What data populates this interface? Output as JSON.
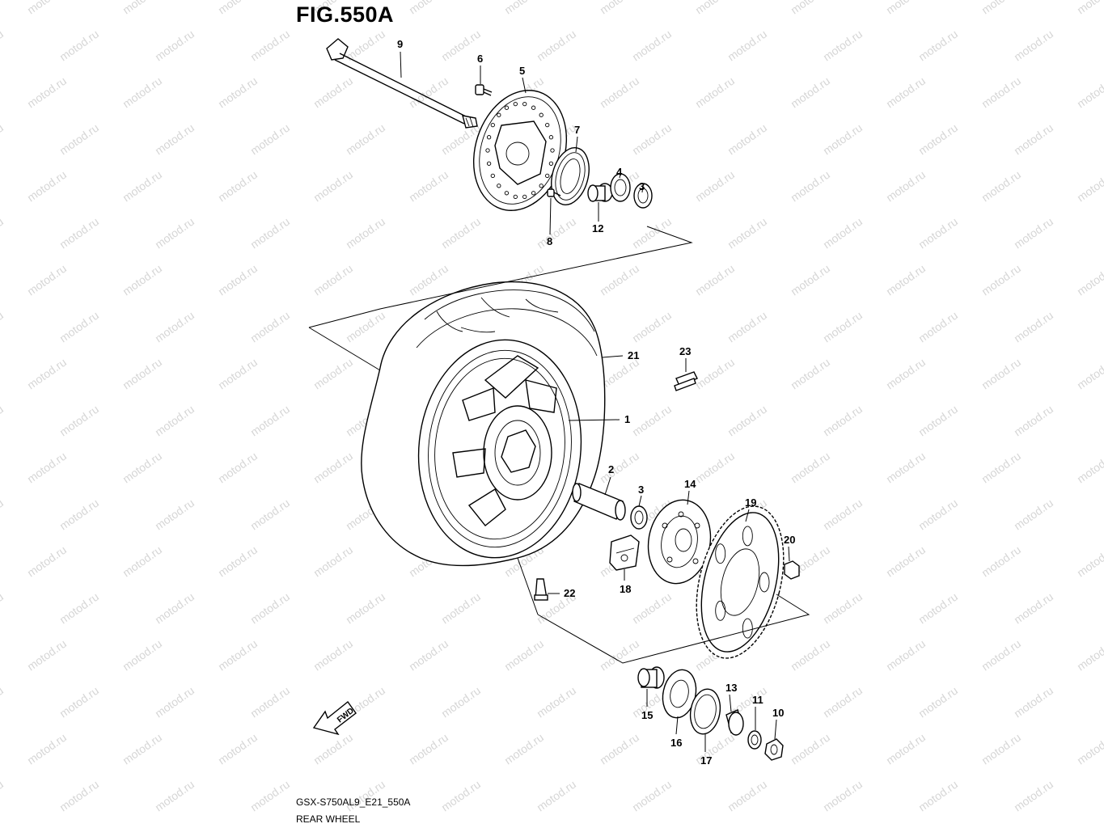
{
  "figure": {
    "title": "FIG.550A",
    "model_code": "GSX-S750AL9_E21_550A",
    "section_name": "REAR WHEEL",
    "watermark": "motod.ru",
    "fwd_label": "FWD"
  },
  "callouts": [
    {
      "id": "c1",
      "label": "1",
      "part": "wheel-rim"
    },
    {
      "id": "c2",
      "label": "2",
      "part": "spacer"
    },
    {
      "id": "c3a",
      "label": "3",
      "part": "dust-seal-upper"
    },
    {
      "id": "c3b",
      "label": "3",
      "part": "dust-seal-lower"
    },
    {
      "id": "c4",
      "label": "4",
      "part": "bearing-left"
    },
    {
      "id": "c5",
      "label": "5",
      "part": "brake-disc"
    },
    {
      "id": "c6",
      "label": "6",
      "part": "disc-bolt"
    },
    {
      "id": "c7",
      "label": "7",
      "part": "sensor-rotor"
    },
    {
      "id": "c8",
      "label": "8",
      "part": "rotor-screw"
    },
    {
      "id": "c9",
      "label": "9",
      "part": "rear-axle"
    },
    {
      "id": "c10",
      "label": "10",
      "part": "axle-nut"
    },
    {
      "id": "c11",
      "label": "11",
      "part": "washer"
    },
    {
      "id": "c12",
      "label": "12",
      "part": "collar"
    },
    {
      "id": "c13",
      "label": "13",
      "part": "spacer-sprocket"
    },
    {
      "id": "c14",
      "label": "14",
      "part": "sprocket-mounting-drum"
    },
    {
      "id": "c15",
      "label": "15",
      "part": "collar-bearing"
    },
    {
      "id": "c16",
      "label": "16",
      "part": "bearing-drum"
    },
    {
      "id": "c17",
      "label": "17",
      "part": "oil-seal"
    },
    {
      "id": "c18",
      "label": "18",
      "part": "cush-rubber"
    },
    {
      "id": "c19",
      "label": "19",
      "part": "rear-sprocket"
    },
    {
      "id": "c20",
      "label": "20",
      "part": "sprocket-nut"
    },
    {
      "id": "c21",
      "label": "21",
      "part": "tire"
    },
    {
      "id": "c22",
      "label": "22",
      "part": "valve"
    },
    {
      "id": "c23",
      "label": "23",
      "part": "balancer-weight"
    }
  ]
}
